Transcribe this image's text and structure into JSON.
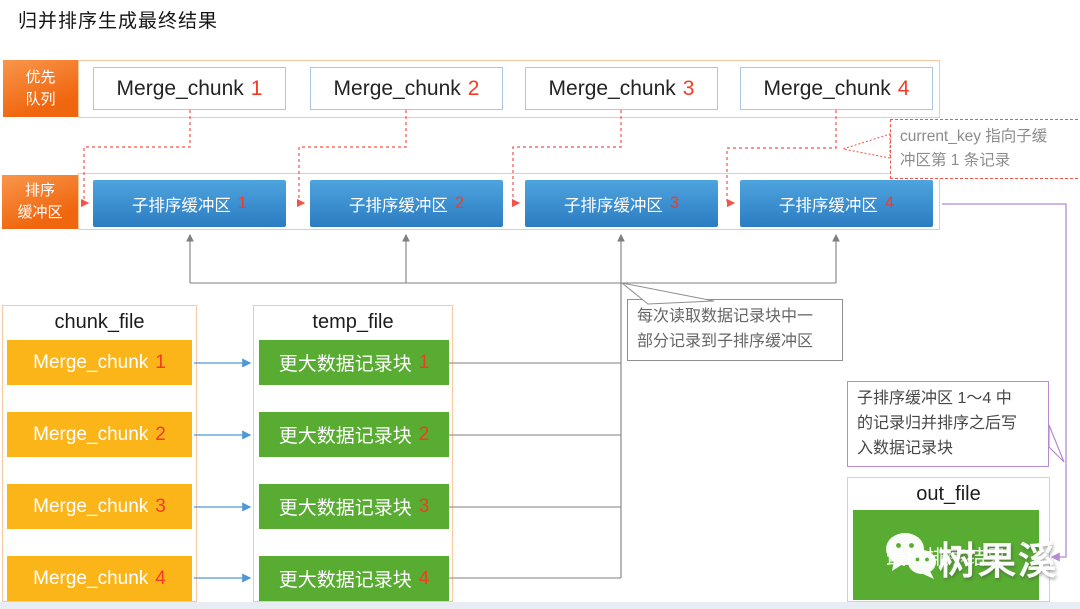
{
  "title": "归并排序生成最终结果",
  "priority_queue": {
    "label": "优先\n队列",
    "chunks": [
      {
        "text": "Merge_chunk",
        "num": "1"
      },
      {
        "text": "Merge_chunk",
        "num": "2"
      },
      {
        "text": "Merge_chunk",
        "num": "3"
      },
      {
        "text": "Merge_chunk",
        "num": "4"
      }
    ]
  },
  "sort_buffer": {
    "label": "排序\n缓冲区",
    "buffers": [
      {
        "text": "子排序缓冲区",
        "num": "1"
      },
      {
        "text": "子排序缓冲区",
        "num": "2"
      },
      {
        "text": "子排序缓冲区",
        "num": "3"
      },
      {
        "text": "子排序缓冲区",
        "num": "4"
      }
    ]
  },
  "chunk_file": {
    "title": "chunk_file",
    "items": [
      {
        "text": "Merge_chunk",
        "num": "1"
      },
      {
        "text": "Merge_chunk",
        "num": "2"
      },
      {
        "text": "Merge_chunk",
        "num": "3"
      },
      {
        "text": "Merge_chunk",
        "num": "4"
      }
    ]
  },
  "temp_file": {
    "title": "temp_file",
    "items": [
      {
        "text": "更大数据记录块",
        "num": "1"
      },
      {
        "text": "更大数据记录块",
        "num": "2"
      },
      {
        "text": "更大数据记录块",
        "num": "3"
      },
      {
        "text": "更大数据记录块",
        "num": "4"
      }
    ]
  },
  "out_file": {
    "title": "out_file",
    "result": "最终排序结果",
    "watermark": "树果溪"
  },
  "annotations": {
    "current_key": "current_key 指向子缓\n冲区第 1 条记录",
    "read_records": "每次读取数据记录块中一\n部分记录到子排序缓冲区",
    "merge_write": "子排序缓冲区 1～4 中\n的记录归并排序之后写\n入数据记录块"
  },
  "colors": {
    "accent_orange": "#f0660e",
    "container_border": "#f8c9a0",
    "amber": "#fcb519",
    "green": "#58ac31",
    "blue_box": "#2b7cc1",
    "red_number": "#f43b25",
    "dashed_red": "#f2544a",
    "purple": "#b58ad2",
    "gray_line": "#7f7f7f"
  }
}
